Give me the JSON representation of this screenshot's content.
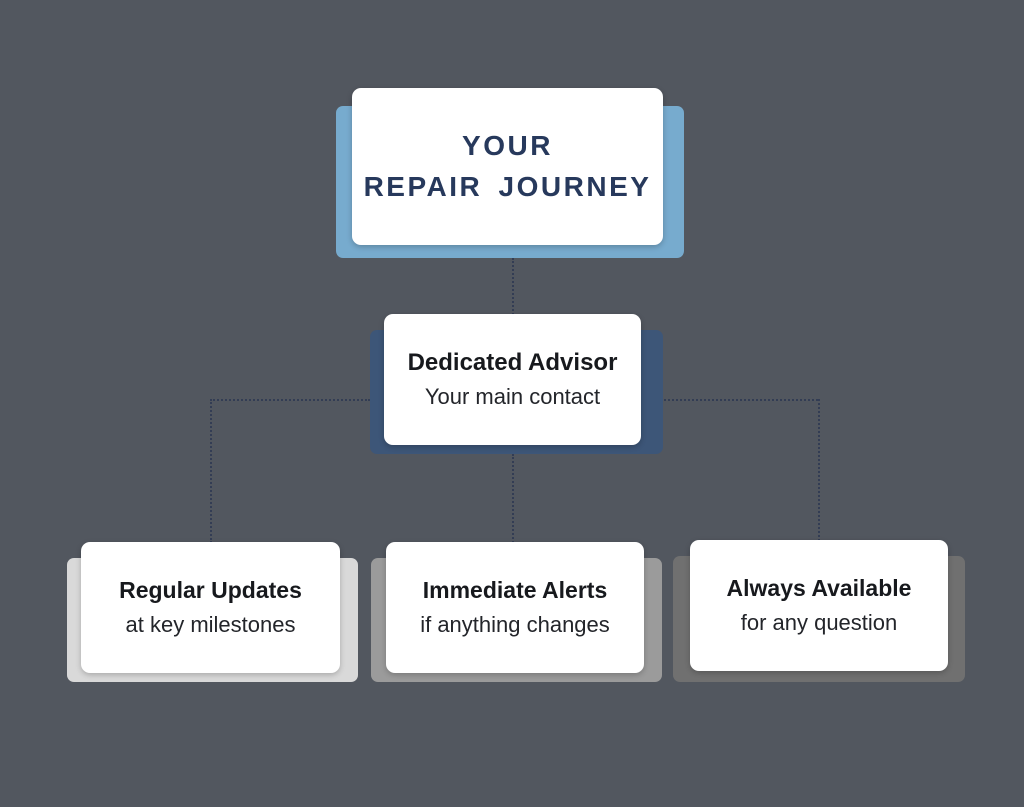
{
  "diagram": {
    "background_color": "#52575f",
    "connector_color": "#333d54",
    "root": {
      "title_line1": "YOUR",
      "title_line2": "REPAIR JOURNEY",
      "accent_color": "#77abce",
      "text_color": "#27395c"
    },
    "advisor": {
      "title": "Dedicated Advisor",
      "subtitle": "Your main contact",
      "accent_color": "#3d5678"
    },
    "children": [
      {
        "title": "Regular Updates",
        "subtitle": "at key milestones",
        "accent_color": "#d9d9d9"
      },
      {
        "title": "Immediate Alerts",
        "subtitle": "if anything changes",
        "accent_color": "#9b9b9b"
      },
      {
        "title": "Always Available",
        "subtitle": "for any question",
        "accent_color": "#707070"
      }
    ]
  }
}
